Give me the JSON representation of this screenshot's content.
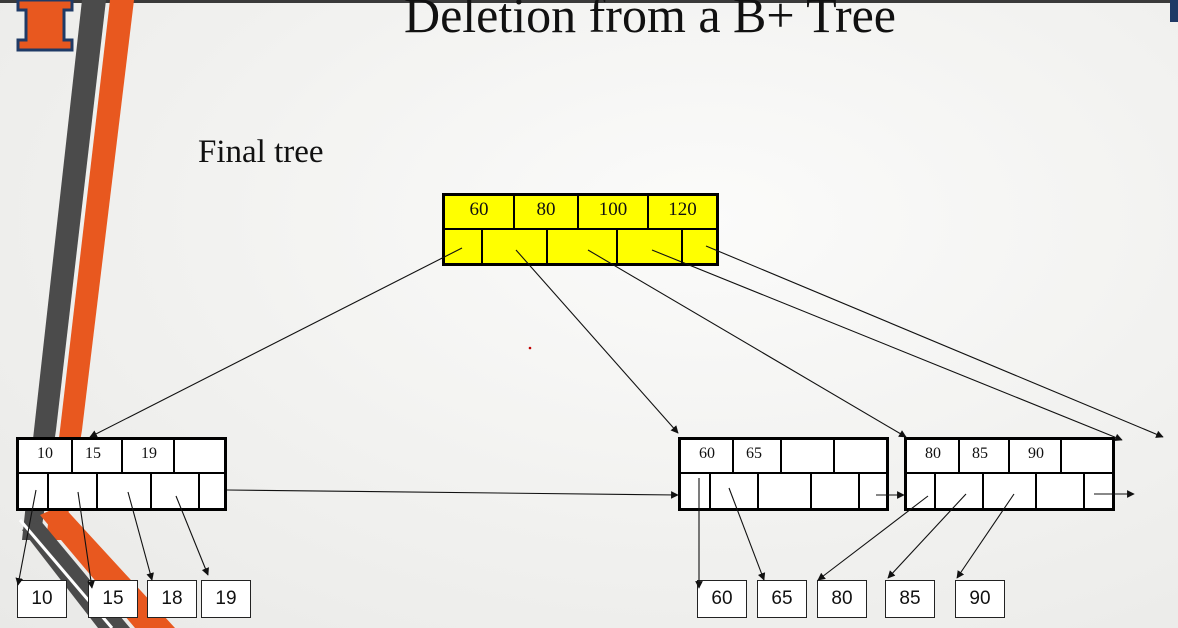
{
  "slide": {
    "title": "Deletion from a B+ Tree",
    "subtitle": "Final tree",
    "colors": {
      "root_fill": "#ffff00",
      "accent_orange": "#e8581f",
      "accent_gray": "#4a4a4a"
    }
  },
  "tree": {
    "root": {
      "keys": [
        "60",
        "80",
        "100",
        "120"
      ]
    },
    "inner": [
      {
        "keys": [
          "10",
          "15",
          "19",
          ""
        ]
      },
      {
        "keys": [
          "60",
          "65",
          "",
          ""
        ]
      },
      {
        "keys": [
          "80",
          "85",
          "90",
          ""
        ]
      }
    ],
    "leaves": [
      "10",
      "15",
      "18",
      "19",
      "60",
      "65",
      "80",
      "85",
      "90"
    ]
  }
}
